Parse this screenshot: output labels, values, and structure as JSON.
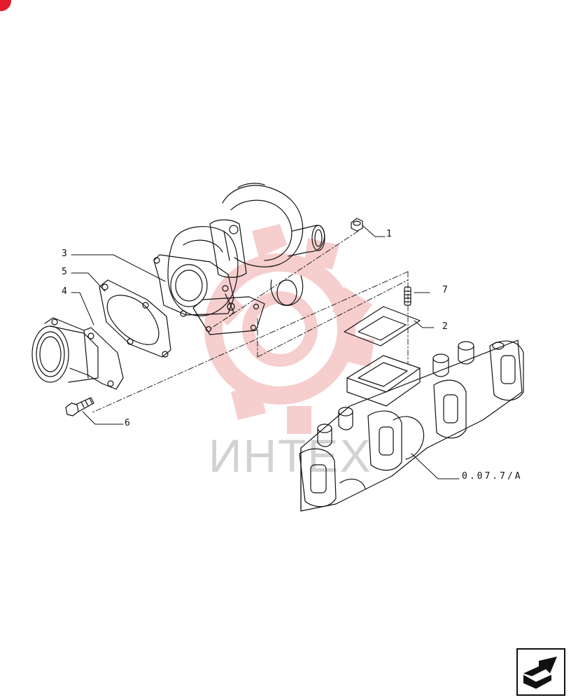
{
  "watermark": {
    "text": "ИНТЕХ",
    "color": "#f0b8b8"
  },
  "callouts": {
    "item_1": "1",
    "item_2": "2",
    "item_3": "3",
    "item_4": "4",
    "item_5": "5",
    "item_6": "6",
    "item_7": "7",
    "reference": "0.07.7/A"
  },
  "navigation": {
    "icon": "next-page-arrow-icon"
  },
  "colors": {
    "accent": "#e31b2d",
    "line": "#111111"
  }
}
